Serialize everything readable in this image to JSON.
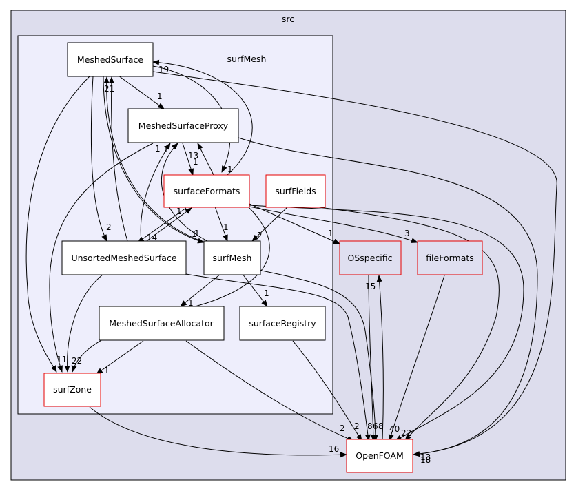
{
  "clusters": {
    "outer": {
      "label": "src",
      "fill": "#dddded"
    },
    "inner": {
      "label": "surfMesh",
      "fill": "#eeeefc"
    }
  },
  "nodes": {
    "meshedSurface": "MeshedSurface",
    "meshedSurfaceProxy": "MeshedSurfaceProxy",
    "surfaceFormats": "surfaceFormats",
    "surfFields": "surfFields",
    "unsortedMeshedSurface": "UnsortedMeshedSurface",
    "surfMesh": "surfMesh",
    "meshedSurfaceAllocator": "MeshedSurfaceAllocator",
    "surfaceRegistry": "surfaceRegistry",
    "surfZone": "surfZone",
    "osSpecific": "OSspecific",
    "fileFormats": "fileFormats",
    "openFOAM": "OpenFOAM"
  },
  "edge_labels": {
    "e19": "19",
    "e21": "21",
    "e1_proxy": "1",
    "e1_formats_right": "1",
    "e13": "13",
    "e1_formats": "1",
    "e1_proxy_left": "1",
    "e1_proxy_left2": "1",
    "e1_surfmesh_left": "1",
    "e1_surfmesh_left2": "1",
    "e1_formats_to_surfmesh": "1",
    "e2_fields_to_surfmesh": "2",
    "e2_unsorted": "2",
    "e1_formats_unsorted": "1",
    "e14": "14",
    "e1_os": "1",
    "e3_file": "3",
    "e15": "15",
    "e1_allocator": "1",
    "e1_registry": "1",
    "e11": "11",
    "e22": "22",
    "e1_surfzone": "1",
    "e2_of_a": "2",
    "e2_of_b": "2",
    "e8": "8",
    "e6": "6",
    "e8b": "8",
    "e40": "40",
    "e22_of": "22",
    "e16": "16",
    "e13_of": "13",
    "e18": "18"
  },
  "colors": {
    "red_border": "#e60000",
    "black_border": "#000000"
  }
}
